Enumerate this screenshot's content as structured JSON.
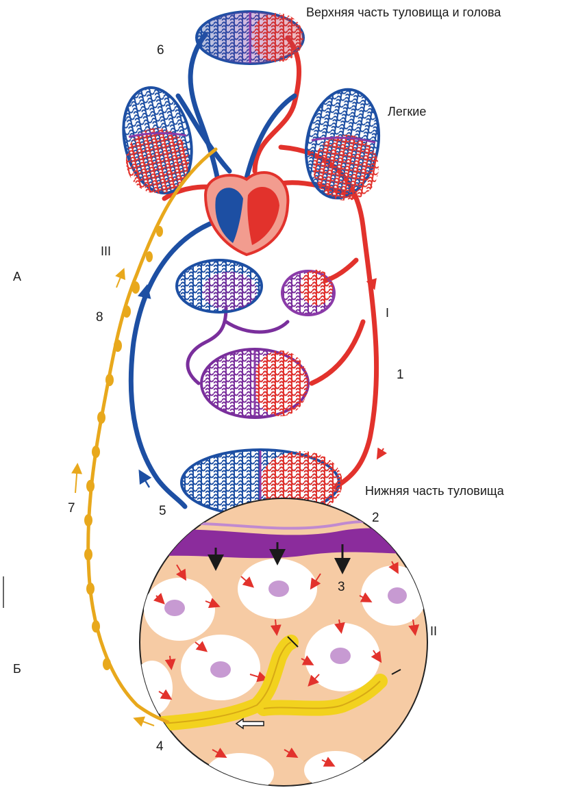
{
  "labels": {
    "upper_body": "Верхняя часть туловища и голова",
    "lungs": "Легкие",
    "lower_body": "Нижняя часть туловища",
    "A": "А",
    "B": "Б",
    "I": "I",
    "II": "II",
    "III": "III",
    "n1": "1",
    "n2": "2",
    "n3": "3",
    "n4": "4",
    "n5": "5",
    "n6": "6",
    "n7": "7",
    "n8": "8"
  },
  "colors": {
    "artery": "#e2322c",
    "vein": "#1d4fa3",
    "mixed": "#7a2f9c",
    "lymph": "#e8a81c",
    "lymph_duct": "#f2d21e",
    "tissue": "#f6cba4",
    "cell": "#ffffff",
    "nucleus": "#c79ad2",
    "membrane": "#8b2c9c"
  },
  "icons": [
    "heart-icon",
    "capillary-bed-icon",
    "tissue-cell-icon",
    "flow-arrow-icon"
  ]
}
